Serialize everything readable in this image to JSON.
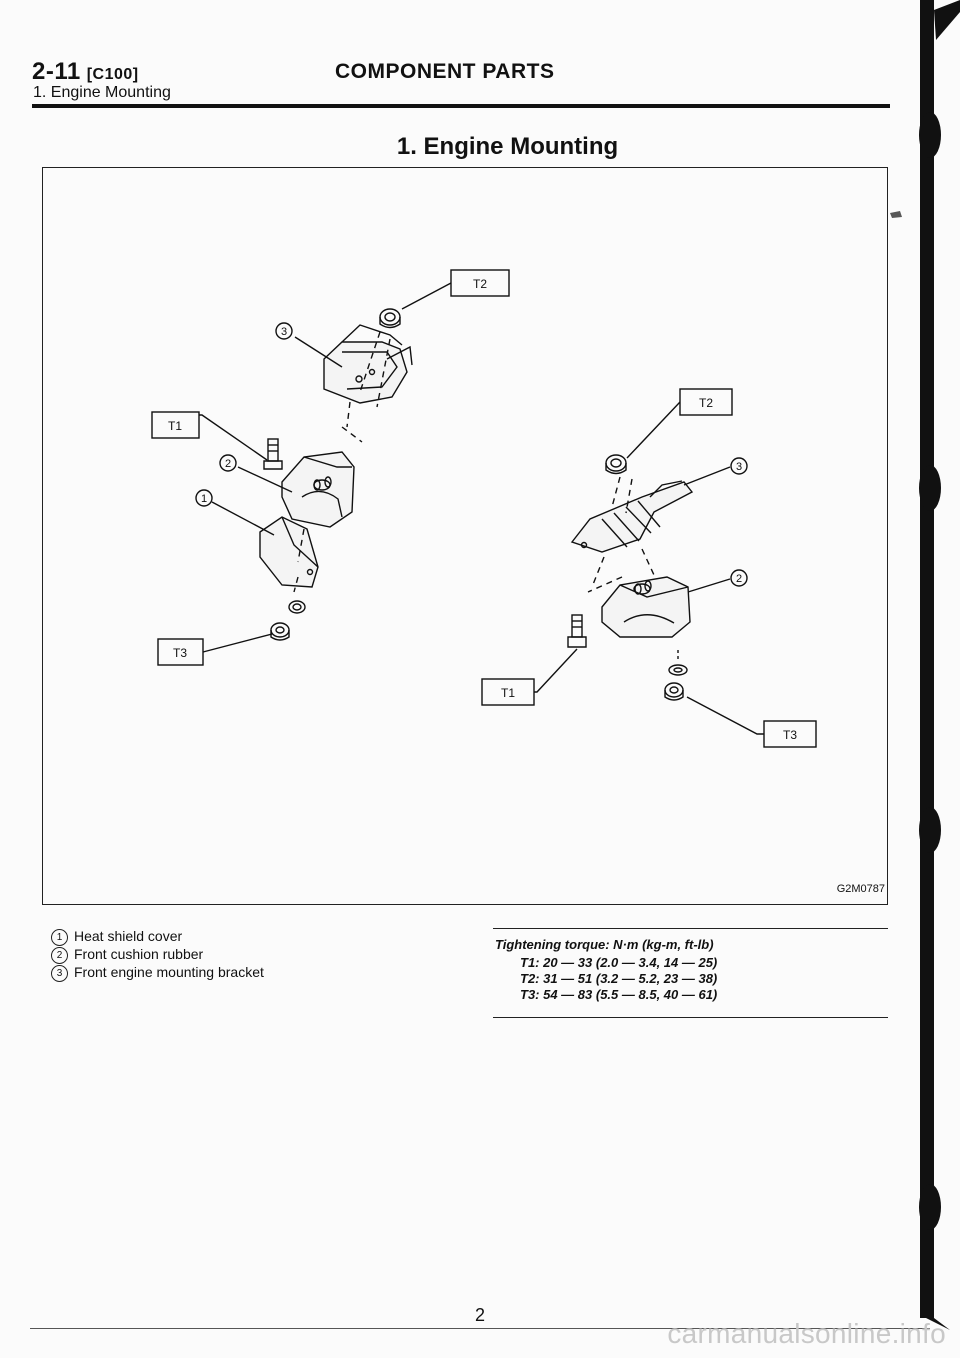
{
  "header": {
    "section_code": "2-11",
    "section_ref": "[C100]",
    "subsection": "1. Engine Mounting",
    "chapter_title": "COMPONENT PARTS"
  },
  "title": "1. Engine Mounting",
  "figure": {
    "code": "G2M0787",
    "callouts": {
      "left_t2": "T2",
      "left_t1": "T1",
      "left_t3": "T3",
      "right_t2": "T2",
      "right_t1": "T1",
      "right_t3": "T3",
      "left_n3": "3",
      "left_n2": "2",
      "left_n1": "1",
      "right_n3": "3",
      "right_n2": "2"
    }
  },
  "legend": [
    {
      "num": "1",
      "label": "Heat shield cover"
    },
    {
      "num": "2",
      "label": "Front cushion rubber"
    },
    {
      "num": "3",
      "label": "Front engine mounting bracket"
    }
  ],
  "torque": {
    "title": "Tightening torque: N·m (kg-m, ft-lb)",
    "lines": [
      "T1: 20 — 33 (2.0 — 3.4, 14 — 25)",
      "T2: 31 — 51 (3.2 — 5.2, 23 — 38)",
      "T3: 54 — 83 (5.5 — 8.5, 40 — 61)"
    ]
  },
  "page_number": "2",
  "watermark": "carmanualsonline.info"
}
